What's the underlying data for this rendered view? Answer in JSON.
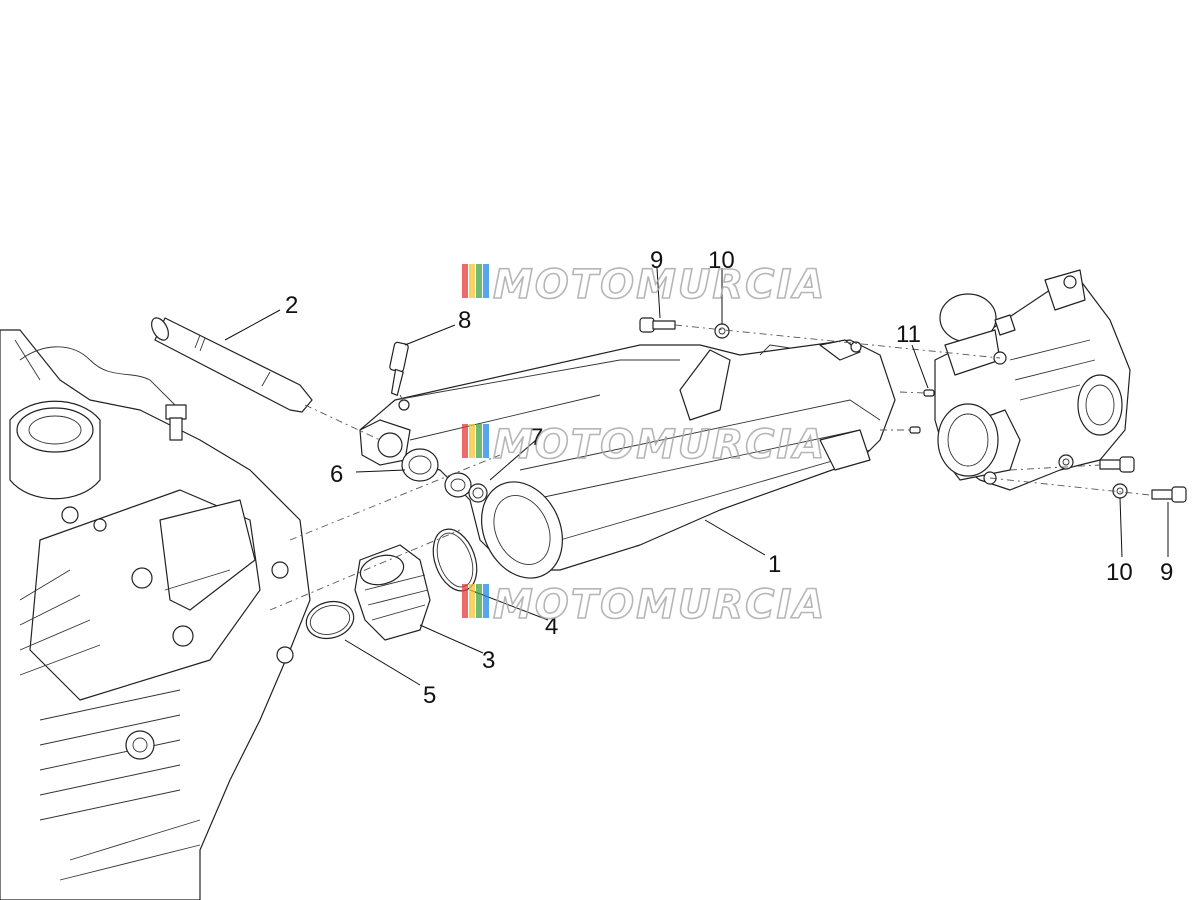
{
  "callouts": {
    "c1": "1",
    "c2": "2",
    "c3": "3",
    "c4": "4",
    "c5": "5",
    "c6": "6",
    "c7": "7",
    "c8": "8",
    "c9a": "9",
    "c10a": "10",
    "c11": "11",
    "c10b": "10",
    "c9b": "9"
  },
  "watermark": {
    "text": "MOTOMURCIA",
    "stripe_colors": [
      "#e53935",
      "#f4c430",
      "#43a047",
      "#1e88e5"
    ]
  }
}
